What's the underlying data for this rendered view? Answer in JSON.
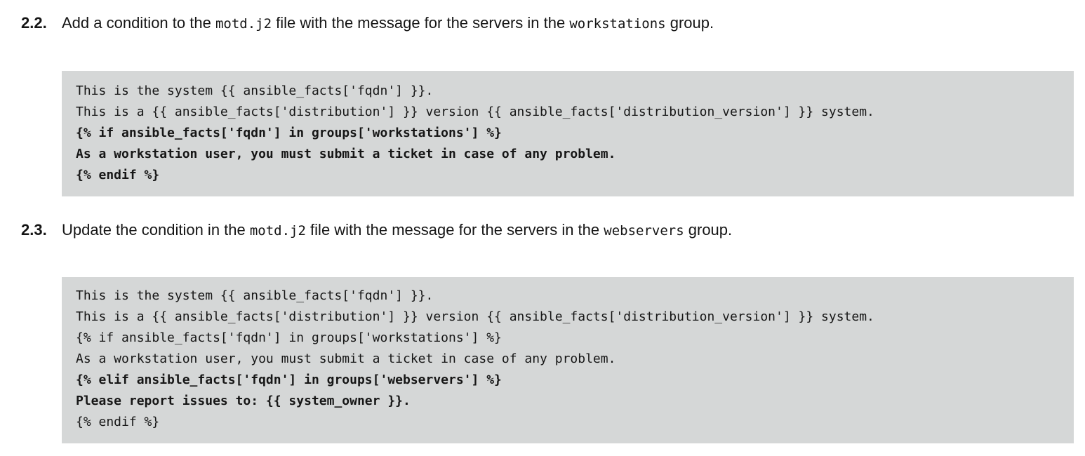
{
  "page": {
    "background_color": "#ffffff",
    "text_color": "#151515",
    "code_block_background": "#d5d7d7"
  },
  "steps": [
    {
      "number": "2.2.",
      "instruction": {
        "part1": "Add a condition to the ",
        "code1": "motd.j2",
        "part2": " file with the message for the servers in the ",
        "code2": "workstations",
        "part3": " group."
      },
      "code_lines": [
        {
          "text": "This is the system {{ ansible_facts['fqdn'] }}.",
          "bold": false
        },
        {
          "text": "This is a {{ ansible_facts['distribution'] }} version {{ ansible_facts['distribution_version'] }} system.",
          "bold": false
        },
        {
          "text": "{% if ansible_facts['fqdn'] in groups['workstations'] %}",
          "bold": true
        },
        {
          "text": "As a workstation user, you must submit a ticket in case of any problem.",
          "bold": true
        },
        {
          "text": "{% endif %}",
          "bold": true
        }
      ]
    },
    {
      "number": "2.3.",
      "instruction": {
        "part1": "Update the condition in the ",
        "code1": "motd.j2",
        "part2": " file with the message for the servers in the ",
        "code2": "webservers",
        "part3": " group."
      },
      "code_lines": [
        {
          "text": "This is the system {{ ansible_facts['fqdn'] }}.",
          "bold": false
        },
        {
          "text": "This is a {{ ansible_facts['distribution'] }} version {{ ansible_facts['distribution_version'] }} system.",
          "bold": false
        },
        {
          "text": "{% if ansible_facts['fqdn'] in groups['workstations'] %}",
          "bold": false
        },
        {
          "text": "As a workstation user, you must submit a ticket in case of any problem.",
          "bold": false
        },
        {
          "text": "{% elif ansible_facts['fqdn'] in groups['webservers'] %}",
          "bold": true
        },
        {
          "text": "Please report issues to: {{ system_owner }}.",
          "bold": true
        },
        {
          "text": "{% endif %}",
          "bold": false
        }
      ]
    }
  ]
}
